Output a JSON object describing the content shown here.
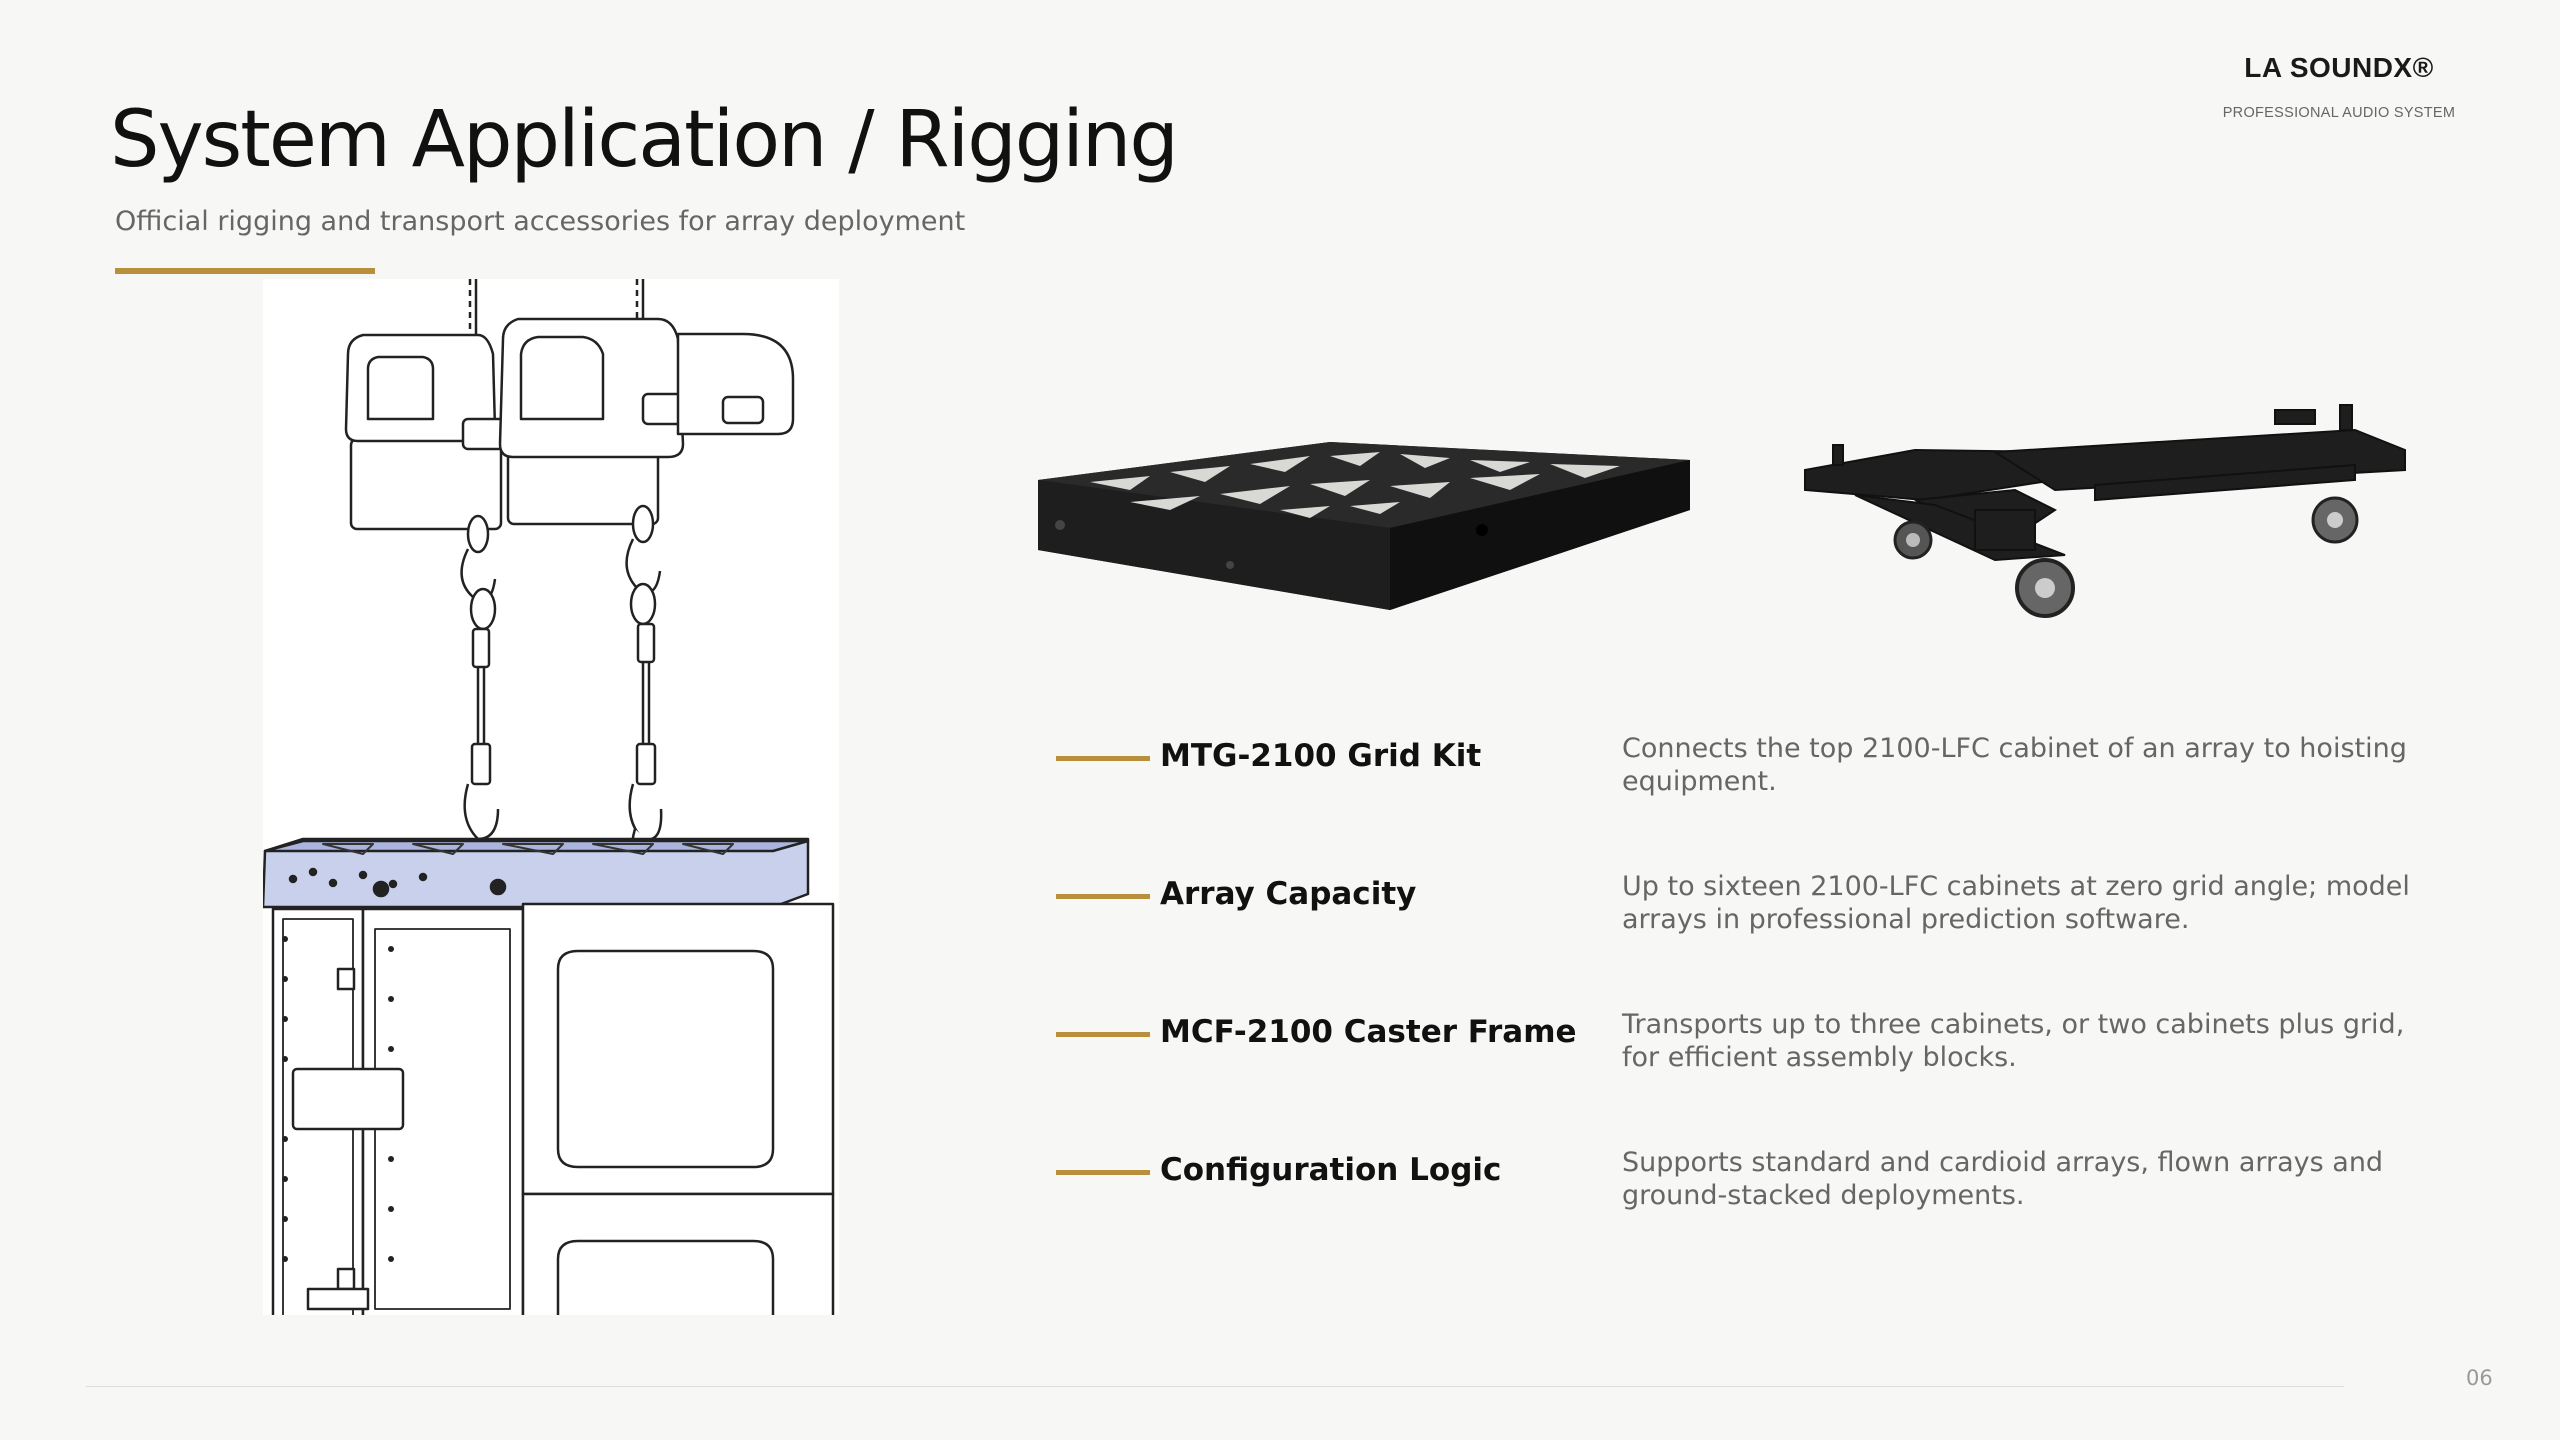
{
  "brand": {
    "name": "LA SOUNDX®",
    "tagline": "PROFESSIONAL AUDIO SYSTEM"
  },
  "header": {
    "title": "System Application / Rigging",
    "subtitle": "Official rigging and transport accessories for array deployment"
  },
  "colors": {
    "accent": "#b88f3a",
    "highlight": "#c8d0ec",
    "background": "#f7f7f5"
  },
  "specs": [
    {
      "label": "MTG-2100 Grid Kit",
      "description": "Connects the top 2100-LFC cabinet of an array to hoisting equipment."
    },
    {
      "label": "Array Capacity",
      "description": "Up to sixteen 2100-LFC cabinets at zero grid angle; model arrays in professional prediction software."
    },
    {
      "label": "MCF-2100 Caster Frame",
      "description": "Transports up to three cabinets, or two cabinets plus grid, for efficient assembly blocks."
    },
    {
      "label": "Configuration Logic",
      "description": "Supports standard and cardioid arrays, flown arrays and ground-stacked deployments."
    }
  ],
  "footer": {
    "page_number": "06"
  }
}
